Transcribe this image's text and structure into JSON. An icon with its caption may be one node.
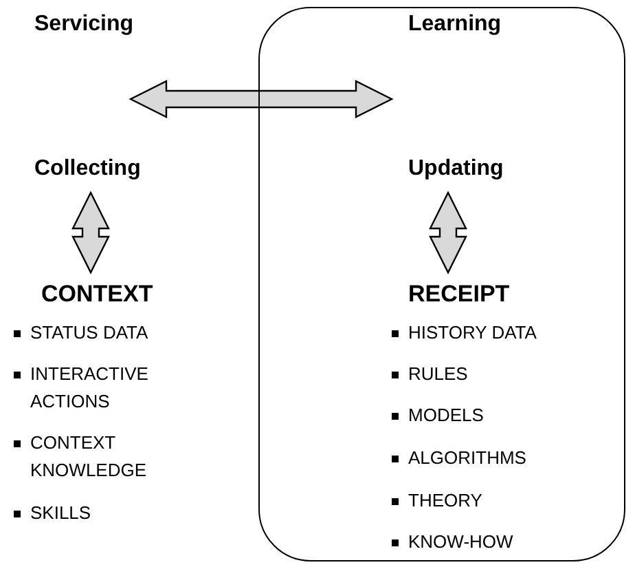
{
  "diagram": {
    "nodes": [
      {
        "text": [],
        "shape": "box"
      },
      {
        "text": [
          "Servicing"
        ]
      },
      {
        "text": [
          "Learning"
        ],
        "in": 0
      },
      {
        "text": [
          "Collecting"
        ]
      },
      {
        "text": [
          "Updating"
        ],
        "in": 0
      },
      {
        "text": [
          "CONTEXT"
        ]
      },
      {
        "text": [
          "RECEIPT"
        ],
        "in": 0
      }
    ],
    "edges": [
      {
        "from": 1,
        "to": 2,
        "arrow": "both"
      },
      {
        "from": 3,
        "to": 5,
        "arrow": "both"
      },
      {
        "from": 4,
        "to": 6,
        "arrow": "both"
      }
    ],
    "labels": [
      "STATUS DATA",
      "HISTORY DATA",
      "INTERACTIVE ACTIONS",
      "RULES",
      "MODELS",
      "CONTEXT KNOWLEDGE",
      "ALGORITHMS",
      "THEORY",
      "SKILLS",
      "KNOW-HOW"
    ]
  }
}
